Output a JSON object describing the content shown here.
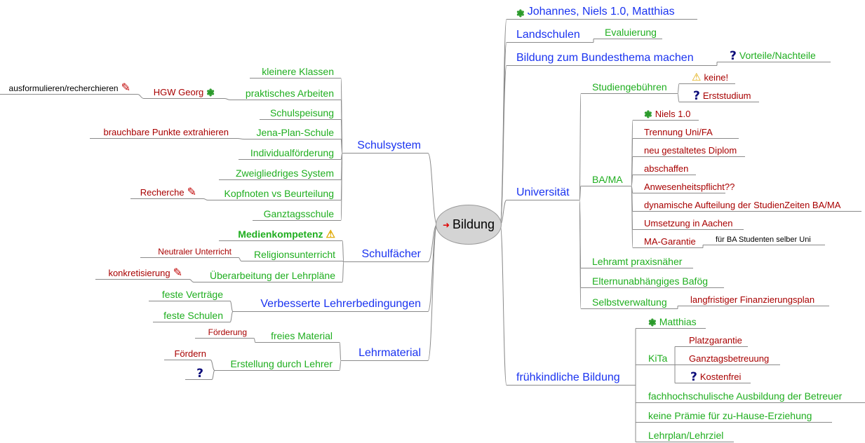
{
  "root": {
    "label": "Bildung",
    "icon": "red-arrow-icon"
  },
  "right": {
    "johannes": {
      "label": "Johannes, Niels 1.0, Matthias",
      "icon": "flower-icon"
    },
    "landschulen": {
      "label": "Landschulen",
      "evaluierung": {
        "label": "Evaluierung"
      }
    },
    "bundesthema": {
      "label": "Bildung zum Bundesthema machen",
      "vorteile": {
        "label": "Vorteile/Nachteile",
        "icon": "question-icon"
      }
    },
    "universitaet": {
      "label": "Universität",
      "studiengebuehren": {
        "label": "Studiengebühren",
        "keine": {
          "label": "keine!",
          "icon": "warning-icon"
        },
        "erststudium": {
          "label": "Erststudium",
          "icon": "question-icon"
        }
      },
      "bama": {
        "label": "BA/MA",
        "items": [
          {
            "label": "Niels 1.0",
            "icon": "flower-icon"
          },
          {
            "label": "Trennung Uni/FA"
          },
          {
            "label": "neu gestaltetes Diplom"
          },
          {
            "label": "abschaffen"
          },
          {
            "label": "Anwesenheitspflicht??"
          },
          {
            "label": "dynamische Aufteilung der StudienZeiten BA/MA"
          },
          {
            "label": "Umsetzung in Aachen"
          },
          {
            "label": "MA-Garantie",
            "note": "für BA Studenten selber Uni"
          }
        ]
      },
      "lehramt": {
        "label": "Lehramt praxisnäher"
      },
      "bafoeg": {
        "label": "Elternunabhängiges Bafög"
      },
      "selbstverwaltung": {
        "label": "Selbstverwaltung",
        "finanzierung": {
          "label": "langfristiger Finanzierungsplan"
        }
      }
    },
    "fruehkindlich": {
      "label": "frühkindliche Bildung",
      "matthias": {
        "label": "Matthias",
        "icon": "flower-icon"
      },
      "kita": {
        "label": "KiTa",
        "platz": {
          "label": "Platzgarantie"
        },
        "ganztag": {
          "label": "Ganztagsbetreuung"
        },
        "kostenfrei": {
          "label": "Kostenfrei",
          "icon": "question-icon"
        }
      },
      "fachhoch": {
        "label": "fachhochschulische Ausbildung der Betreuer"
      },
      "praemie": {
        "label": "keine Prämie für zu-Hause-Erziehung"
      },
      "lehrplan": {
        "label": "Lehrplan/Lehrziel"
      }
    }
  },
  "left": {
    "schulsystem": {
      "label": "Schulsystem",
      "items": [
        {
          "label": "kleinere Klassen"
        },
        {
          "label": "praktisches Arbeiten",
          "child": {
            "label": "HGW Georg",
            "icon": "flower-icon",
            "child": {
              "label": "ausformulieren/recherchieren",
              "icon": "pencil-icon"
            }
          }
        },
        {
          "label": "Schulspeisung"
        },
        {
          "label": "Jena-Plan-Schule",
          "child": {
            "label": "brauchbare Punkte extrahieren"
          }
        },
        {
          "label": "Individualförderung"
        },
        {
          "label": "Zweigliedriges System"
        },
        {
          "label": "Kopfnoten vs Beurteilung",
          "child": {
            "label": "Recherche",
            "icon": "pencil-icon"
          }
        },
        {
          "label": "Ganztagsschule"
        }
      ]
    },
    "schulfaecher": {
      "label": "Schulfächer",
      "medien": {
        "label": "Medienkompetenz",
        "icon": "warning-icon"
      },
      "religion": {
        "label": "Religionsunterricht",
        "child": {
          "label": "Neutraler Unterricht"
        }
      },
      "lehrplaene": {
        "label": "Überarbeitung der Lehrpläne",
        "child": {
          "label": "konkretisierung",
          "icon": "pencil-icon"
        }
      }
    },
    "lehrerbedingungen": {
      "label": "Verbesserte Lehrerbedingungen",
      "vertraege": {
        "label": "feste Verträge"
      },
      "schulen": {
        "label": "feste Schulen"
      }
    },
    "lehrmaterial": {
      "label": "Lehrmaterial",
      "frei": {
        "label": "freies Material",
        "child": {
          "label": "Förderung"
        }
      },
      "erstellung": {
        "label": "Erstellung durch Lehrer",
        "foerdern": {
          "label": "Fördern"
        },
        "question": {
          "icon": "question-icon"
        }
      }
    }
  },
  "colors": {
    "level1": "#1a33f0",
    "level2": "#1fae1f",
    "level3": "#a80000",
    "root_fill": "#d4d4d4",
    "edge": "#8a8a8a"
  }
}
